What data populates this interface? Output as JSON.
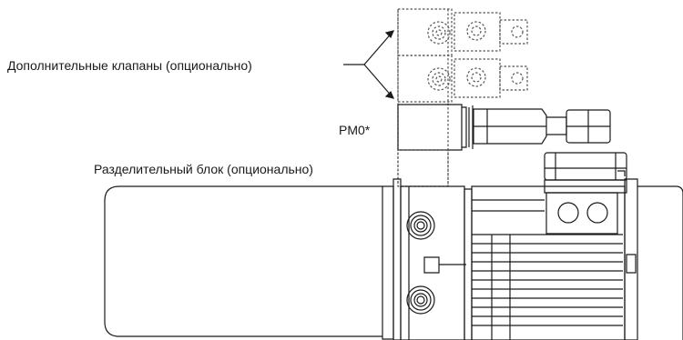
{
  "labels": {
    "additional_valves": "Дополнительные клапаны (опционально)",
    "pm0": "PM0*",
    "separating_block": "Разделительный блок (опционально)"
  },
  "colors": {
    "line": "#1a1a1a",
    "dashed": "#555555",
    "background": "#ffffff"
  }
}
